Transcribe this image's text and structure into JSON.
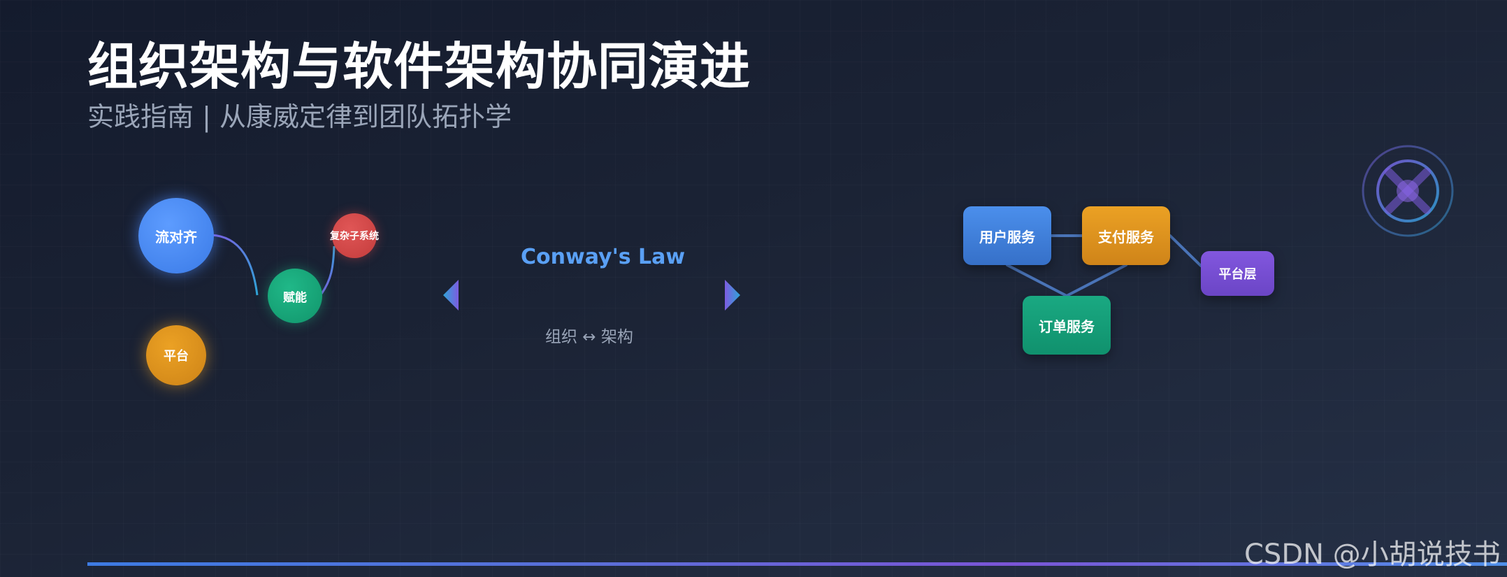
{
  "slide": {
    "title": "组织架构与软件架构协同演进",
    "subtitle": "实践指南 | 从康威定律到团队拓扑学"
  },
  "team_topologies": {
    "nodes": [
      {
        "label": "流对齐",
        "color": "#3a7ae6"
      },
      {
        "label": "赋能",
        "color": "#11956b"
      },
      {
        "label": "复杂子系统",
        "color": "#c43c3c"
      },
      {
        "label": "平台",
        "color": "#cd8317"
      }
    ]
  },
  "conway": {
    "title": "Conway's Law",
    "subtitle": "组织 ↔ 架构",
    "left_arrow_icon": "triangle-left-icon",
    "right_arrow_icon": "triangle-right-icon"
  },
  "services": {
    "nodes": [
      {
        "label": "用户服务",
        "color": "#3670c8"
      },
      {
        "label": "支付服务",
        "color": "#cf8419"
      },
      {
        "label": "订单服务",
        "color": "#10916d"
      },
      {
        "label": "平台层",
        "color": "#6b45c6"
      }
    ],
    "edges": [
      [
        "用户服务",
        "支付服务"
      ],
      [
        "用户服务",
        "订单服务"
      ],
      [
        "支付服务",
        "订单服务"
      ],
      [
        "支付服务",
        "平台层"
      ]
    ],
    "edge_color": "#4a74b8"
  },
  "logo_icon": "crossed-circle-logo-icon",
  "watermark": "CSDN @小胡说技书",
  "colors": {
    "background_top": "#141b2d",
    "background_bottom": "#253046",
    "accent_blue": "#5aa0f5",
    "muted_text": "#9aa5b8"
  }
}
